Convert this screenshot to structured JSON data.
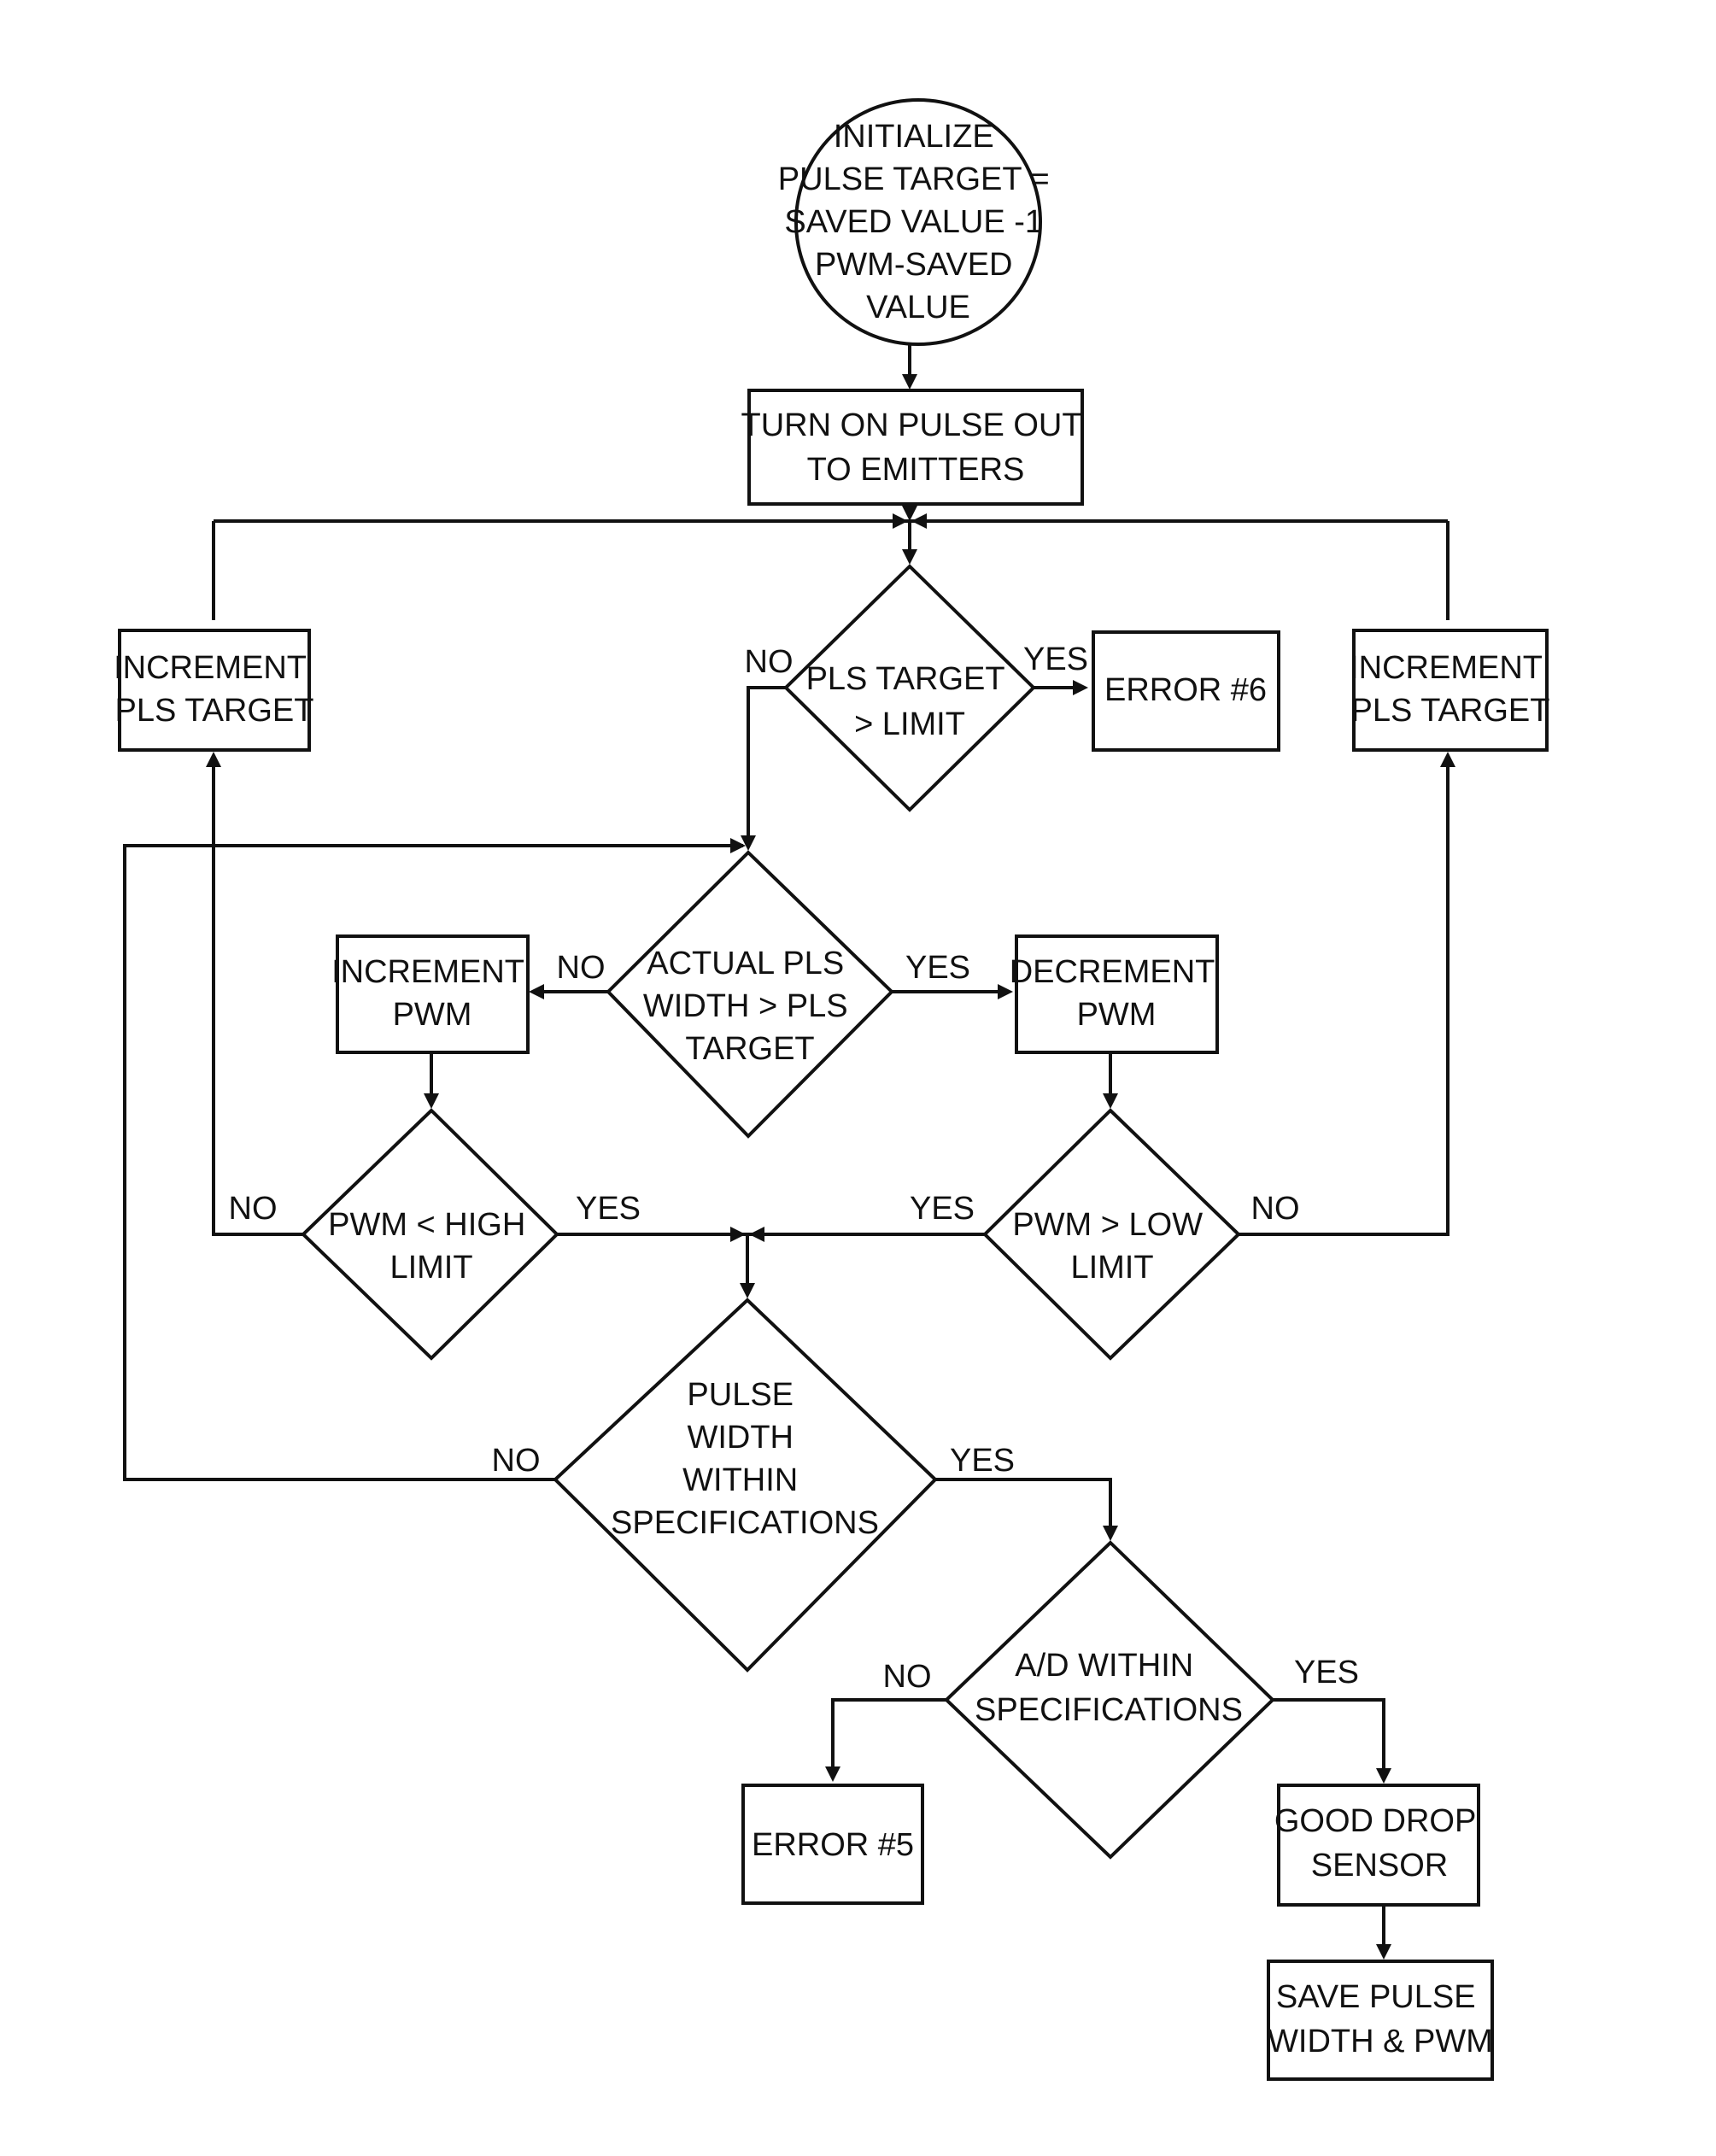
{
  "nodes": {
    "start": {
      "lines": [
        "INITIALIZE",
        "PULSE TARGET =",
        "SAVED VALUE -1",
        "PWM-SAVED",
        "VALUE"
      ]
    },
    "turn_on": {
      "lines": [
        "TURN ON PULSE OUT",
        "TO EMITTERS"
      ]
    },
    "pls_limit": {
      "lines": [
        "PLS TARGET",
        "> LIMIT"
      ]
    },
    "error6": {
      "lines": [
        "ERROR #6"
      ]
    },
    "inc_pls_left": {
      "lines": [
        "INCREMENT",
        "PLS TARGET"
      ]
    },
    "inc_pls_right": {
      "lines": [
        "INCREMENT",
        "PLS TARGET"
      ]
    },
    "actual_pls": {
      "lines": [
        "ACTUAL PLS",
        "WIDTH > PLS",
        "TARGET"
      ]
    },
    "inc_pwm": {
      "lines": [
        "INCREMENT",
        "PWM"
      ]
    },
    "dec_pwm": {
      "lines": [
        "DECREMENT",
        "PWM"
      ]
    },
    "pwm_high": {
      "lines": [
        "PWM < HIGH",
        "LIMIT"
      ]
    },
    "pwm_low": {
      "lines": [
        "PWM > LOW",
        "LIMIT"
      ]
    },
    "pulse_spec": {
      "lines": [
        "PULSE",
        "WIDTH",
        "WITHIN",
        "SPECIFICATIONS"
      ]
    },
    "ad_spec": {
      "lines": [
        "A/D WITHIN",
        "SPECIFICATIONS"
      ]
    },
    "error5": {
      "lines": [
        "ERROR #5"
      ]
    },
    "good_drop": {
      "lines": [
        "GOOD DROP",
        "SENSOR"
      ]
    },
    "save": {
      "lines": [
        "SAVE PULSE",
        "WIDTH & PWM"
      ]
    }
  },
  "labels": {
    "pls_limit_no": "NO",
    "pls_limit_yes": "YES",
    "actual_no": "NO",
    "actual_yes": "YES",
    "high_no": "NO",
    "high_yes": "YES",
    "low_yes": "YES",
    "low_no": "NO",
    "spec_no": "NO",
    "spec_yes": "YES",
    "ad_no": "NO",
    "ad_yes": "YES"
  }
}
